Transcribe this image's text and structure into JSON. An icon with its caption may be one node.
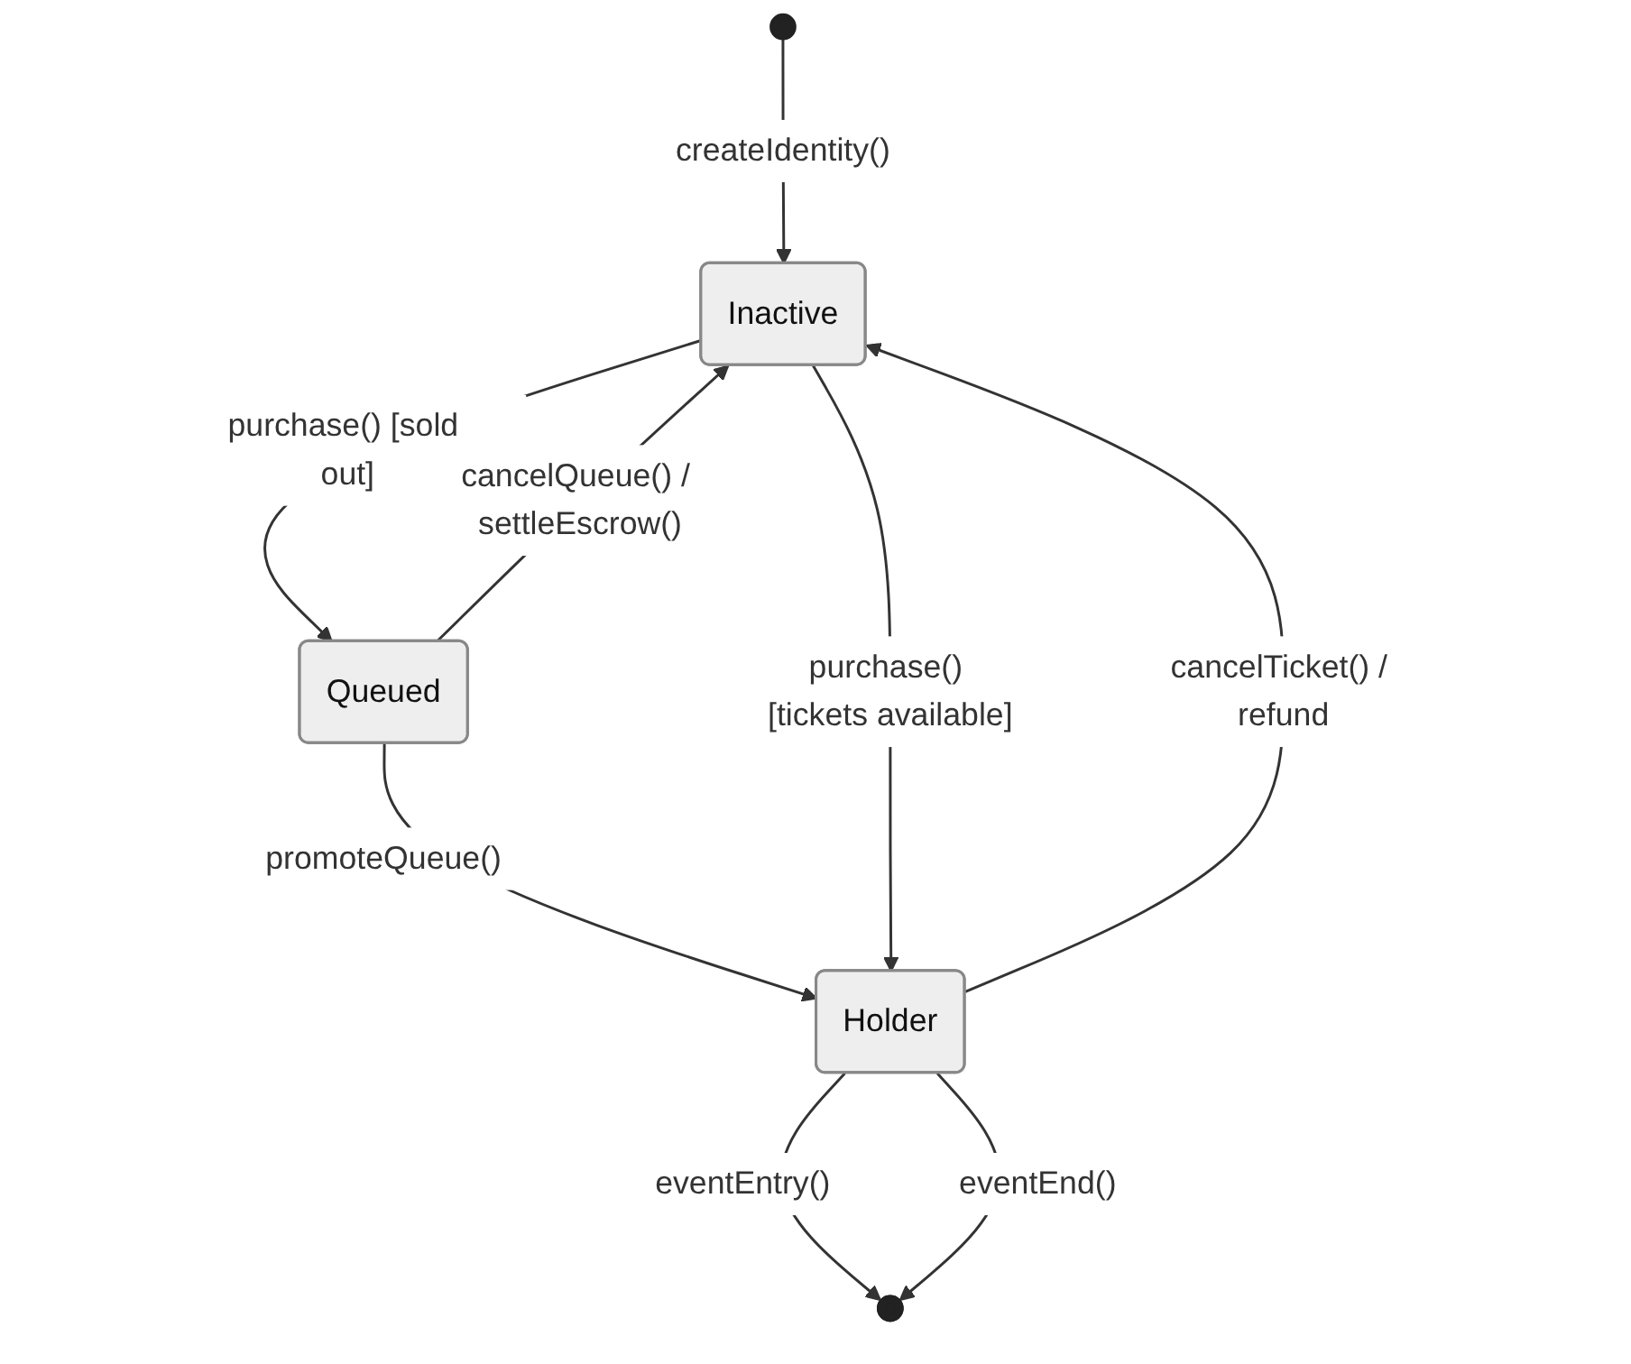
{
  "diagram": {
    "nodes": [
      {
        "text": [],
        "shape": "circle"
      },
      {
        "text": [
          "Queued"
        ]
      },
      {
        "text": [
          "Inactive"
        ]
      },
      {
        "text": [
          "Holder"
        ]
      },
      {
        "text": [],
        "shape": "bullseye"
      }
    ],
    "edges": [
      {
        "from": 0,
        "to": 2,
        "arrow": "to",
        "label": "createIdentity()"
      },
      {
        "from": 2,
        "to": 1,
        "arrow": "to",
        "label": "purchase() [sold out]"
      },
      {
        "from": 1,
        "to": 2,
        "arrow": "to",
        "label": "cancelQueue() / settleEscrow()"
      },
      {
        "from": 1,
        "to": 3,
        "arrow": "to",
        "label": "promoteQueue()"
      },
      {
        "from": 2,
        "to": 3,
        "arrow": "to",
        "label": "purchase() [tickets available]"
      },
      {
        "from": 3,
        "to": 2,
        "arrow": "to",
        "label": "cancelTicket() / refund"
      },
      {
        "from": 3,
        "to": 4,
        "arrow": "to",
        "label": "eventEntry()"
      },
      {
        "from": 3,
        "to": 4,
        "arrow": "to",
        "label": "eventEnd()"
      }
    ]
  }
}
